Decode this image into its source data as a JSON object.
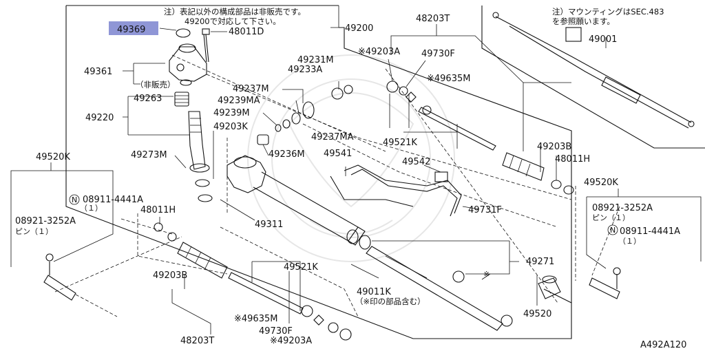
{
  "notes": {
    "top_center_1": "注）表記以外の構成部品は非販売です。",
    "top_center_2": "49200で対応して下さい。",
    "top_right_1": "注）マウンティングはSEC.483",
    "top_right_2": "を参照願います。",
    "not_sold": "（非販売）",
    "includes_marked": "（※印の部品含む）"
  },
  "highlight_color": "#8f96d6",
  "labels": {
    "p49369": "49369",
    "p48011D": "48011D",
    "p49200": "49200",
    "p48203T_top": "48203T",
    "p49001": "49001",
    "p49361": "49361",
    "p49231M": "49231M",
    "p49233A": "49233A",
    "p49203A_top": "※49203A",
    "p49730F_top": "49730F",
    "p49635M_top": "※49635M",
    "p49263": "49263",
    "p49237M": "49237M",
    "p49239MA": "49239MA",
    "p49220": "49220",
    "p49239M": "49239M",
    "p49237MA": "49237MA",
    "p49203K": "49203K",
    "p49521K_top": "49521K",
    "p49203B_right": "49203B",
    "p49236M": "49236M",
    "p49541": "49541",
    "p48011H_right": "48011H",
    "p49520K_left": "49520K",
    "p49273M": "49273M",
    "p49542": "49542",
    "p49520K_right": "49520K",
    "p08911_left": "08911-4441A",
    "p08911_left_qty": "（１）",
    "p08921_left": "08921-3252A",
    "p08921_left_pin": "ピン（１）",
    "p48011H_left": "48011H",
    "p49311": "49311",
    "p49731F": "49731F",
    "p08921_right": "08921-3252A",
    "p08921_right_pin": "ピン（１）",
    "p08911_right": "08911-4441A",
    "p08911_right_qty": "（１）",
    "p49271": "49271",
    "p49203B_left": "49203B",
    "p49521K_bottom": "49521K",
    "p49011K": "49011K",
    "p49635M_bottom": "※49635M",
    "p49520": "49520",
    "p49730F_bottom": "49730F",
    "p49203A_bottom": "※49203A",
    "p48203T_bottom": "48203T",
    "marker_asterisk": "※",
    "circle_n": "N",
    "diagram_id": "A492A120"
  }
}
